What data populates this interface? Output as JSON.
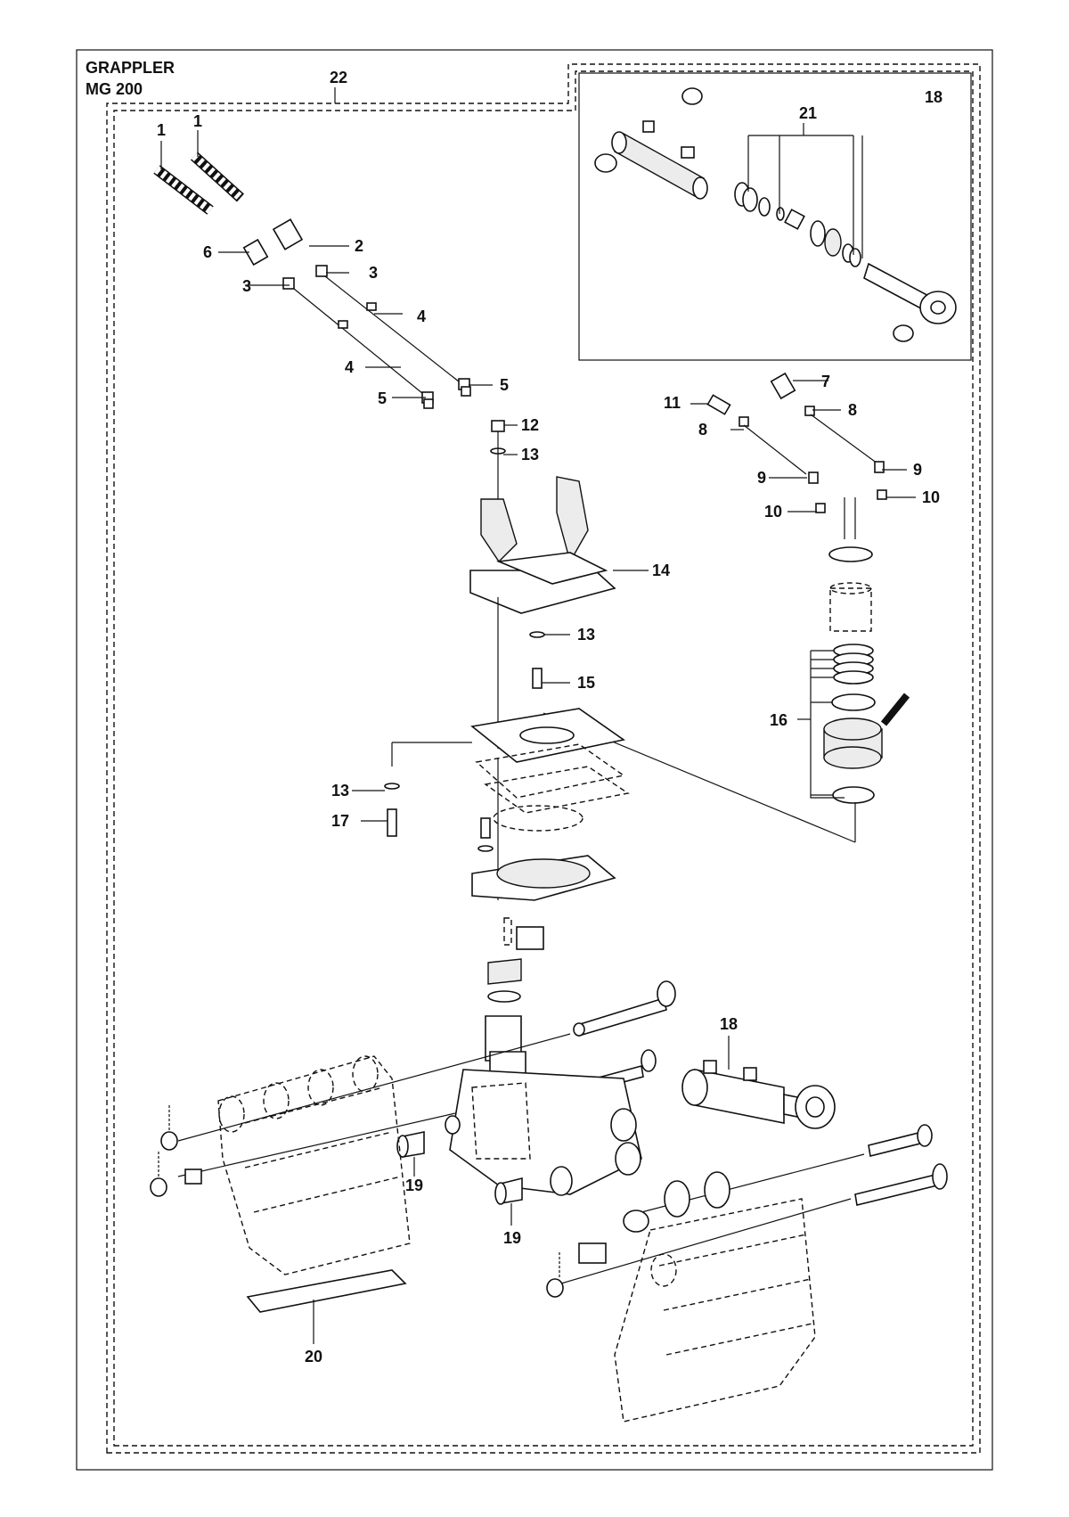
{
  "header": {
    "title": "GRAPPLER",
    "model": "MG 200"
  },
  "callouts": {
    "c22": "22",
    "c21": "21",
    "c18a": "18",
    "c18b": "18",
    "c1a": "1",
    "c1b": "1",
    "c2": "2",
    "c3a": "3",
    "c3b": "3",
    "c4a": "4",
    "c4b": "4",
    "c5a": "5",
    "c5b": "5",
    "c6": "6",
    "c7": "7",
    "c8a": "8",
    "c8b": "8",
    "c9a": "9",
    "c9b": "9",
    "c10a": "10",
    "c10b": "10",
    "c11": "11",
    "c12": "12",
    "c13a": "13",
    "c13b": "13",
    "c13c": "13",
    "c14": "14",
    "c15": "15",
    "c16": "16",
    "c17": "17",
    "c19a": "19",
    "c19b": "19",
    "c20": "20"
  },
  "style": {
    "line_color": "#111111",
    "background": "#ffffff"
  }
}
